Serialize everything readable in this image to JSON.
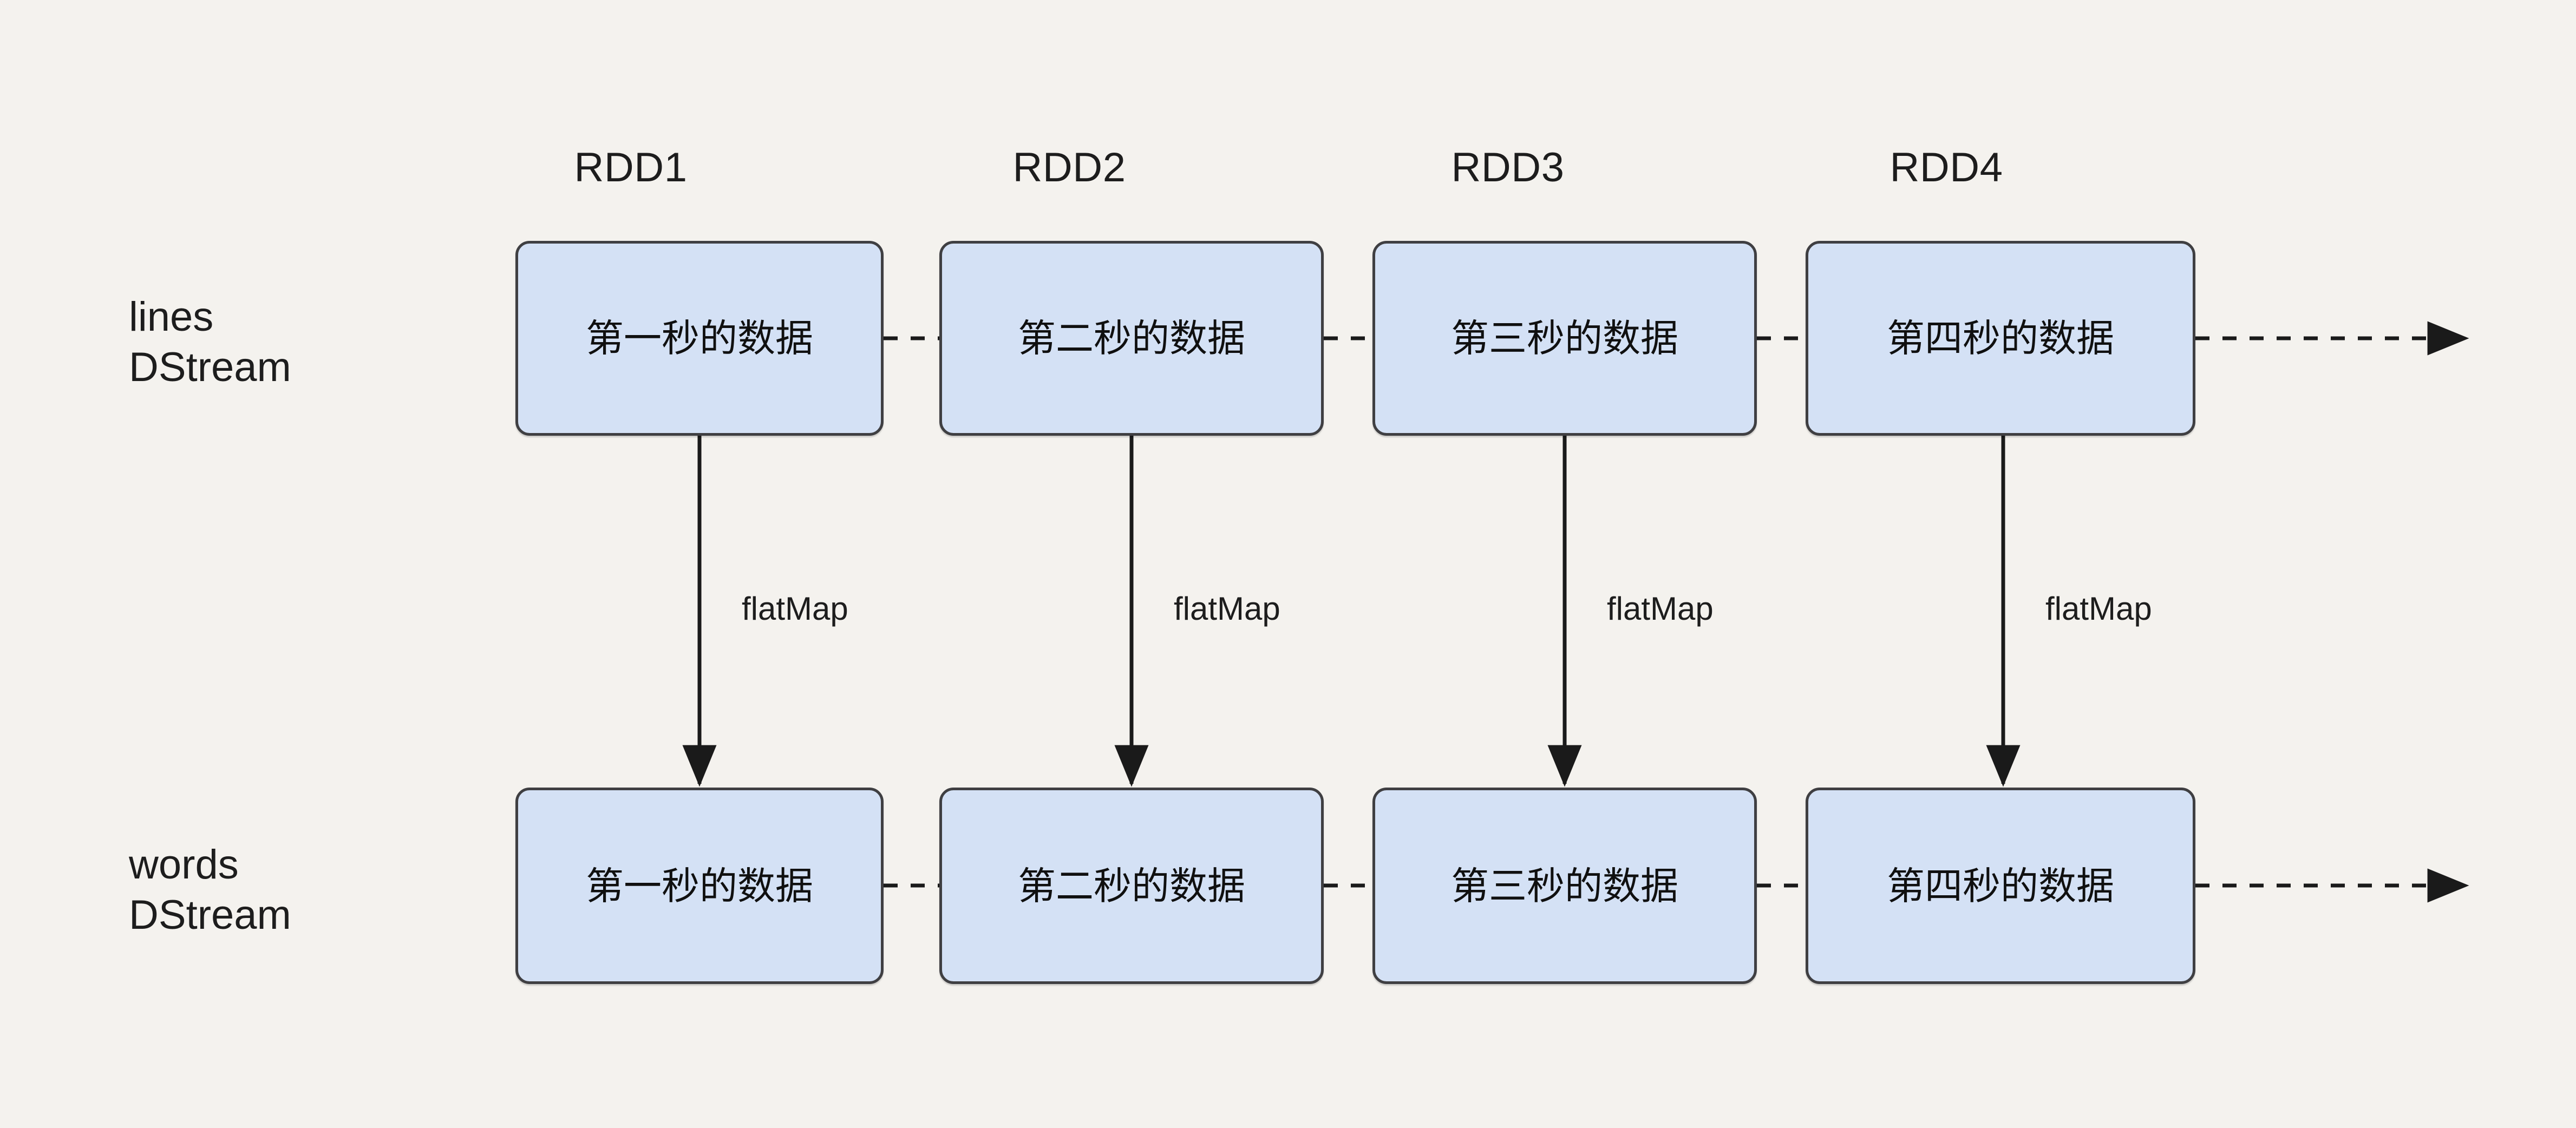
{
  "diagram": {
    "title": "Spark Streaming DStream flatMap lineage",
    "background_color": "#f4f2ee",
    "box_fill_color": "#d4e1f5",
    "box_border_color": "#3f3f42",
    "text_color": "#1a1a1a"
  },
  "column_headers": [
    {
      "label": "RDD1"
    },
    {
      "label": "RDD2"
    },
    {
      "label": "RDD3"
    },
    {
      "label": "RDD4"
    }
  ],
  "rows": [
    {
      "name": "lines-dstream",
      "label_line1": "lines",
      "label_line2": "DStream",
      "boxes": [
        {
          "text": "第一秒的数据"
        },
        {
          "text": "第二秒的数据"
        },
        {
          "text": "第三秒的数据"
        },
        {
          "text": "第四秒的数据"
        }
      ]
    },
    {
      "name": "words-dstream",
      "label_line1": "words",
      "label_line2": "DStream",
      "boxes": [
        {
          "text": "第一秒的数据"
        },
        {
          "text": "第二秒的数据"
        },
        {
          "text": "第三秒的数据"
        },
        {
          "text": "第四秒的数据"
        }
      ]
    }
  ],
  "operations": [
    {
      "label": "flatMap"
    },
    {
      "label": "flatMap"
    },
    {
      "label": "flatMap"
    },
    {
      "label": "flatMap"
    }
  ]
}
